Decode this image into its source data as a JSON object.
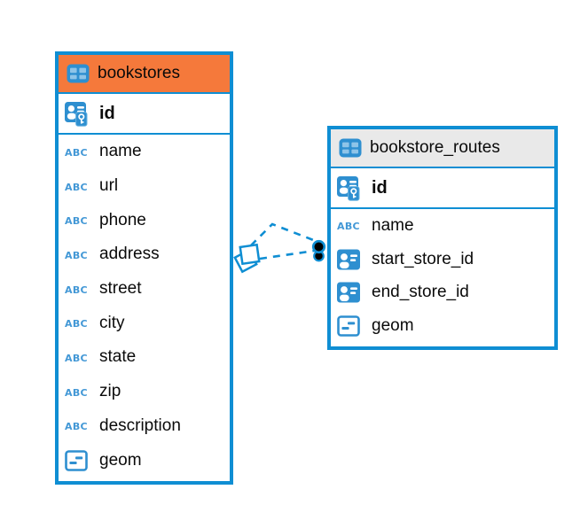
{
  "colors": {
    "accent_blue": "#0f8ed3",
    "icon_blue": "#2e8fd0",
    "icon_cell_blue": "#8ec4e8",
    "abc_blue": "#4398d6",
    "header_orange": "#f5793b",
    "header_gray": "#e9e9e9",
    "text": "#0a0a0a",
    "endpoint_fill": "#000000"
  },
  "diagram": {
    "tables": [
      {
        "name": "bookstores",
        "header_icon": "table-icon",
        "header_style": "orange",
        "rows": [
          {
            "label": "id",
            "icon": "primary-key-icon",
            "is_key": true
          },
          {
            "label": "name",
            "icon": "text-abc-icon"
          },
          {
            "label": "url",
            "icon": "text-abc-icon"
          },
          {
            "label": "phone",
            "icon": "text-abc-icon"
          },
          {
            "label": "address",
            "icon": "text-abc-icon"
          },
          {
            "label": "street",
            "icon": "text-abc-icon"
          },
          {
            "label": "city",
            "icon": "text-abc-icon"
          },
          {
            "label": "state",
            "icon": "text-abc-icon"
          },
          {
            "label": "zip",
            "icon": "text-abc-icon"
          },
          {
            "label": "description",
            "icon": "text-abc-icon"
          },
          {
            "label": "geom",
            "icon": "geometry-icon"
          }
        ]
      },
      {
        "name": "bookstore_routes",
        "header_icon": "table-icon",
        "header_style": "gray",
        "rows": [
          {
            "label": "id",
            "icon": "primary-key-icon",
            "is_key": true
          },
          {
            "label": "name",
            "icon": "text-abc-icon"
          },
          {
            "label": "start_store_id",
            "icon": "reference-icon"
          },
          {
            "label": "end_store_id",
            "icon": "reference-icon"
          },
          {
            "label": "geom",
            "icon": "geometry-icon"
          }
        ]
      }
    ],
    "connections": [
      {
        "from_table": "bookstores",
        "to_table": "bookstore_routes",
        "line_style": "dashed",
        "from_marker": "stacked-squares",
        "to_marker": "filled-circle"
      },
      {
        "from_table": "bookstores",
        "to_table": "bookstore_routes",
        "line_style": "dashed",
        "from_marker": "stacked-squares",
        "to_marker": "filled-circle"
      }
    ]
  }
}
